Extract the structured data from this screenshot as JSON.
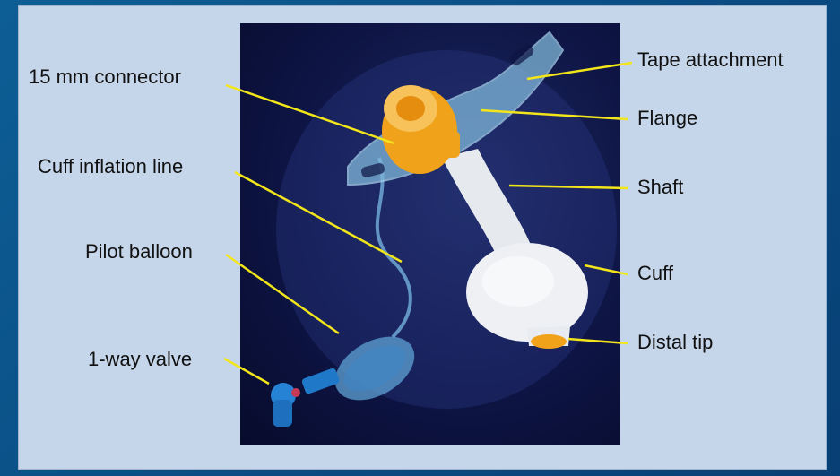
{
  "labels": {
    "connector": "15 mm connector",
    "cuff_inflation_line": "Cuff inflation line",
    "pilot_balloon": "Pilot balloon",
    "one_way_valve": "1-way valve",
    "tape_attachment": "Tape attachment",
    "flange": "Flange",
    "shaft": "Shaft",
    "cuff": "Cuff",
    "distal_tip": "Distal tip"
  },
  "colors": {
    "background": "#0a4f86",
    "panel": "#c6d6ea",
    "photo_bg": "#0e1545",
    "leader_line": "#f2e51a",
    "connector_orange": "#f0a21a",
    "tube_white": "#e8ebf0",
    "flange_clear": "#7fb7d9"
  }
}
